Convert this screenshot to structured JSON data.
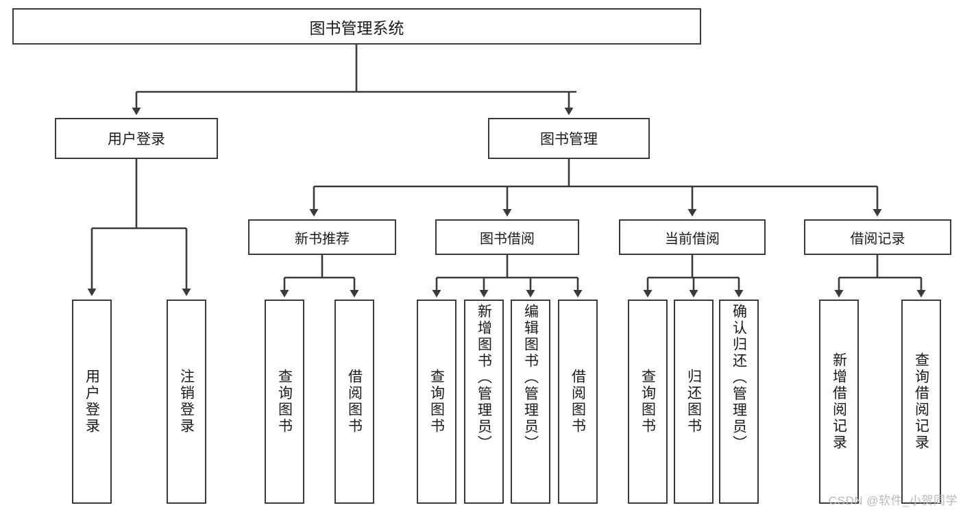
{
  "diagram": {
    "title": "图书管理系统",
    "type": "hierarchy-tree",
    "colors": {
      "box_border": "#3a3a3a",
      "box_fill": "#ffffff",
      "connector": "#3a3a3a",
      "text": "#1a1a1a",
      "watermark": "#b9b9b9"
    },
    "root": {
      "label": "图书管理系统"
    },
    "level1": [
      {
        "label": "用户登录"
      },
      {
        "label": "图书管理"
      }
    ],
    "level2": [
      {
        "label": "新书推荐"
      },
      {
        "label": "图书借阅"
      },
      {
        "label": "当前借阅"
      },
      {
        "label": "借阅记录"
      }
    ],
    "leaves": {
      "user_login": [
        {
          "label": "用户登录"
        },
        {
          "label": "注销登录"
        }
      ],
      "new_book_recommend": [
        {
          "label": "查询图书"
        },
        {
          "label": "借阅图书"
        }
      ],
      "book_borrow": [
        {
          "label": "查询图书"
        },
        {
          "label": "新增图书（管理员）"
        },
        {
          "label": "编辑图书（管理员）"
        },
        {
          "label": "借阅图书"
        }
      ],
      "current_borrow": [
        {
          "label": "查询图书"
        },
        {
          "label": "归还图书"
        },
        {
          "label": "确认归还（管理员）"
        }
      ],
      "borrow_record": [
        {
          "label": "新增借阅记录"
        },
        {
          "label": "查询借阅记录"
        }
      ]
    }
  },
  "watermark": {
    "text": "CSDN @软件_小贺同学"
  }
}
